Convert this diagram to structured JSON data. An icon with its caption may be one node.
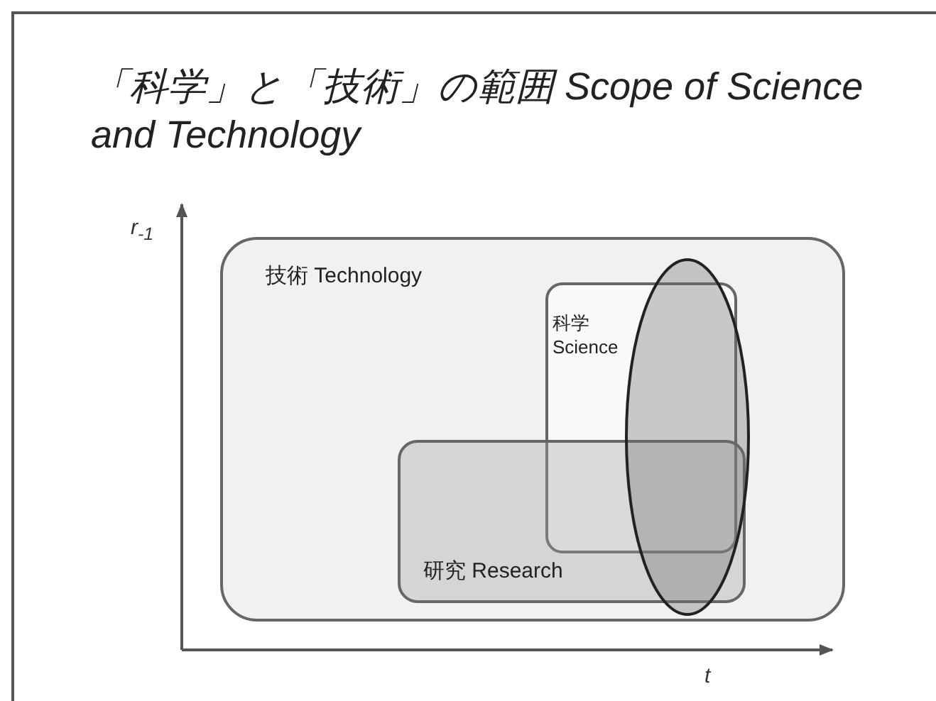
{
  "diagram": {
    "title": "「科学」と「技術」の範囲 Scope of Science and Technology",
    "nodes": [
      {
        "text": [
          "技術 Technology"
        ]
      },
      {
        "text": [
          "科学 Science"
        ],
        "in": 0
      },
      {
        "text": [
          "研究 Research"
        ],
        "in": 0
      },
      {
        "text": [],
        "shape": "ellipse",
        "in": 0
      }
    ],
    "labels": [
      "r$_{-1}$",
      "t"
    ]
  }
}
